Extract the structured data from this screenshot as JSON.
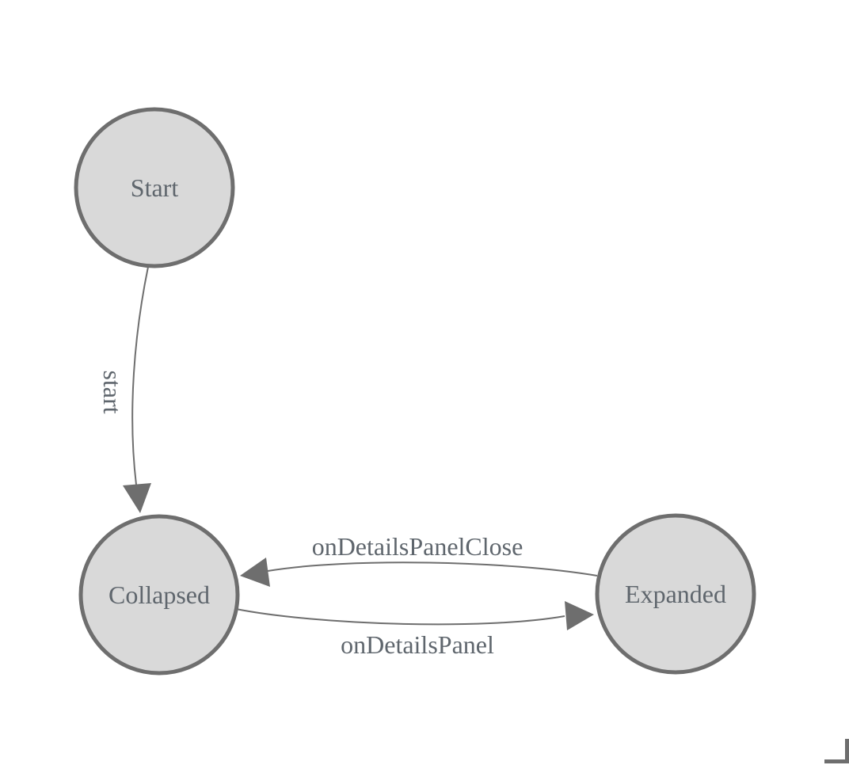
{
  "diagram": {
    "title": "state-machine-diagram",
    "background_color": "#ffffff",
    "node_fill_color": "#d9d9d9",
    "node_stroke_color": "#6e6e6e",
    "edge_color": "#6e6e6e",
    "text_color": "#5f666d",
    "nodes": [
      {
        "id": "start",
        "label": "Start"
      },
      {
        "id": "collapsed",
        "label": "Collapsed"
      },
      {
        "id": "expanded",
        "label": "Expanded"
      }
    ],
    "edges": [
      {
        "from": "Start",
        "to": "Collapsed",
        "label": "start",
        "label_orientation": "vertical"
      },
      {
        "from": "Expanded",
        "to": "Collapsed",
        "label": "onDetailsPanelClose",
        "label_orientation": "horizontal"
      },
      {
        "from": "Collapsed",
        "to": "Expanded",
        "label": "onDetailsPanel",
        "label_orientation": "horizontal"
      }
    ]
  }
}
